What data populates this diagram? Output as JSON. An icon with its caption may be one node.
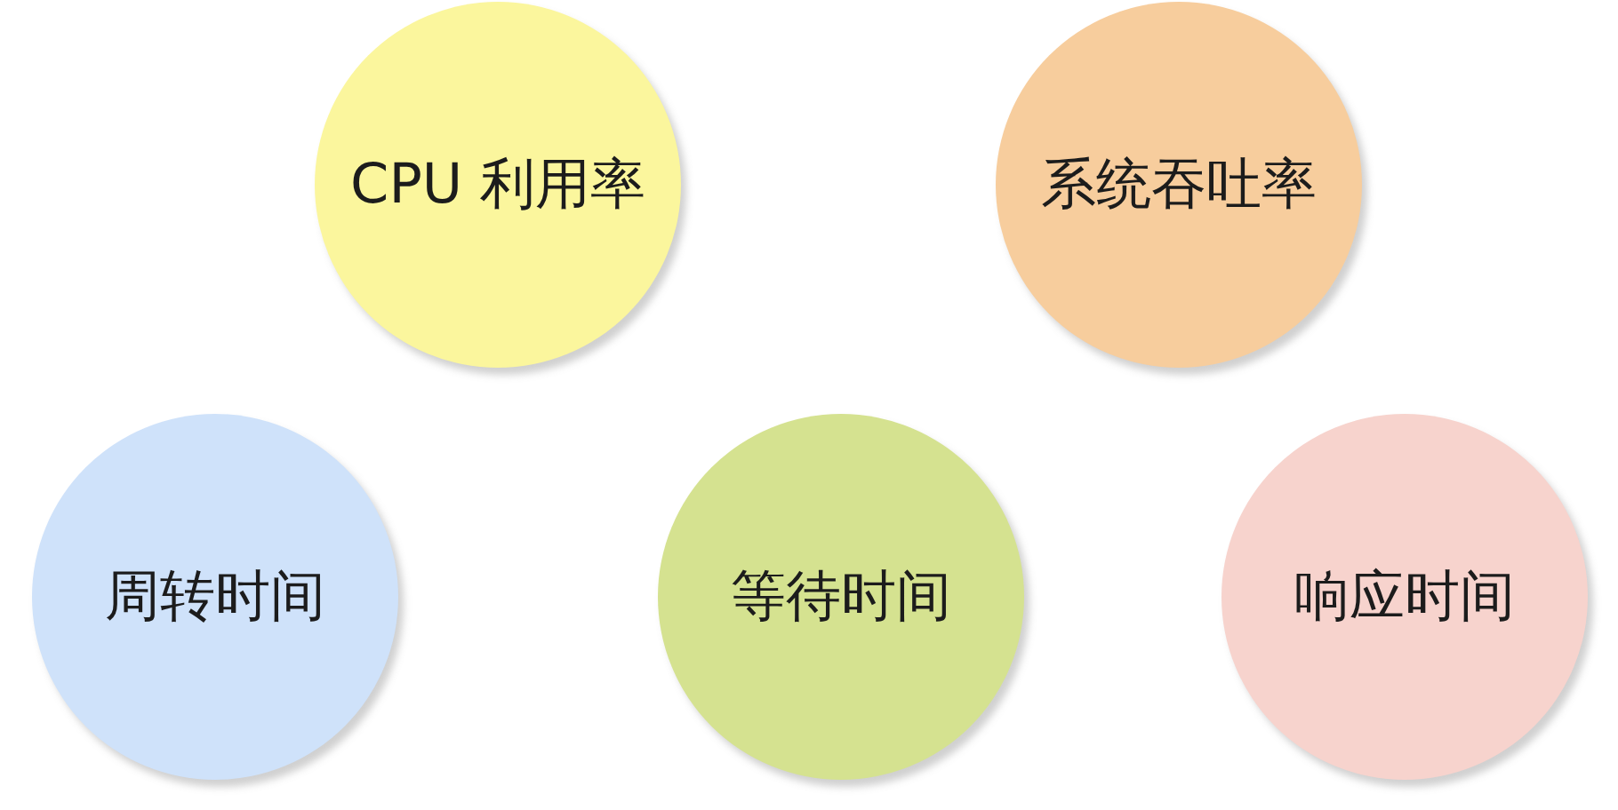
{
  "diagram": {
    "nodes": [
      {
        "text": [
          "CPU 利用率"
        ]
      },
      {
        "text": [
          "系统吞吐率"
        ]
      },
      {
        "text": [
          "周转时间"
        ]
      },
      {
        "text": [
          "等待时间"
        ]
      },
      {
        "text": [
          "响应时间"
        ]
      }
    ]
  }
}
